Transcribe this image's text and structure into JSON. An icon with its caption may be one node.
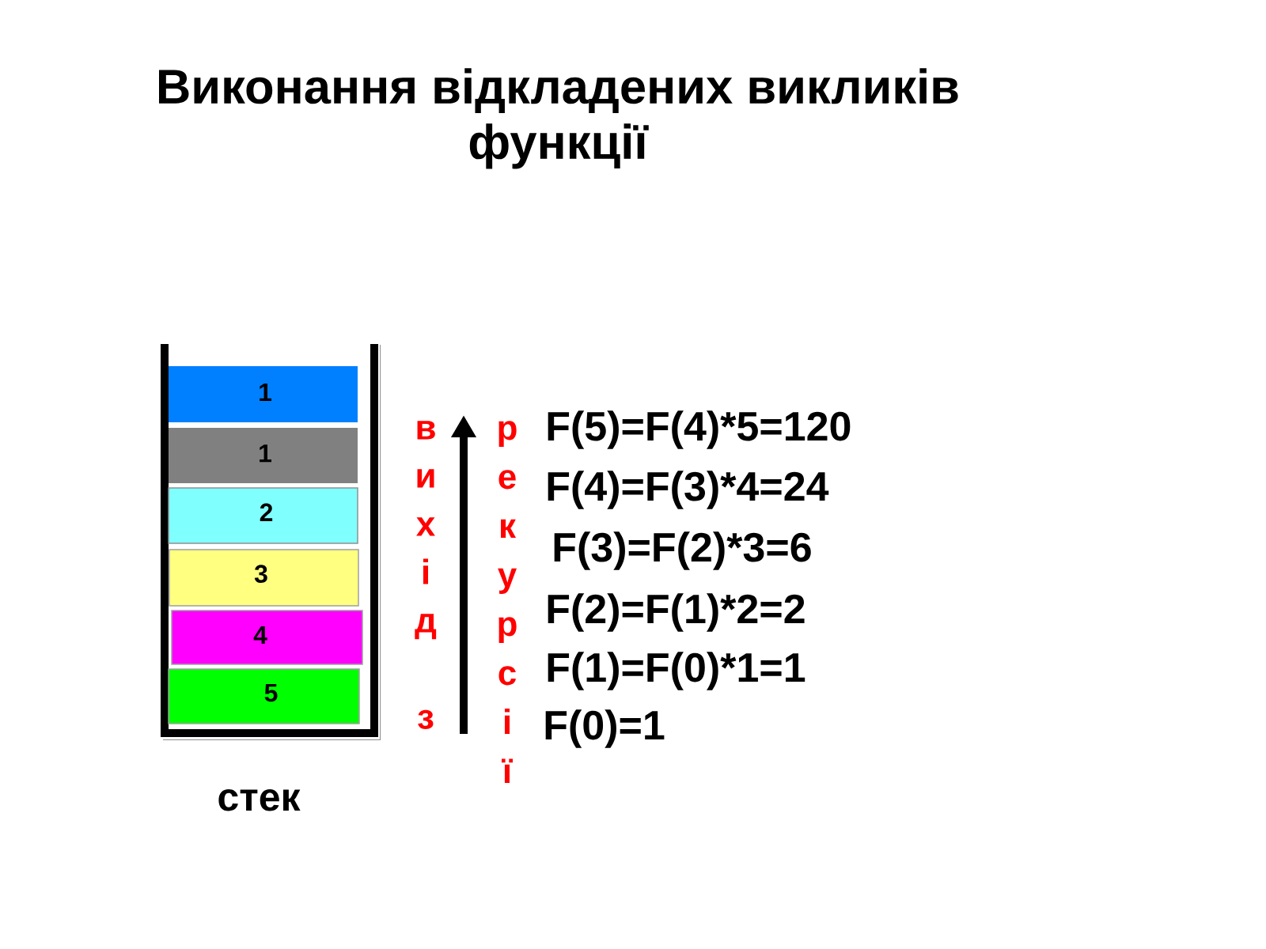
{
  "diagram": {
    "title": "Виконання відкладених викликів функції",
    "nodes": [
      {
        "text": [
          "стек"
        ]
      },
      {
        "text": [
          "1"
        ],
        "in": 0
      },
      {
        "text": [
          "1"
        ],
        "in": 0
      },
      {
        "text": [
          "2"
        ],
        "in": 0
      },
      {
        "text": [
          "3"
        ],
        "in": 0
      },
      {
        "text": [
          "4"
        ],
        "in": 0
      },
      {
        "text": [
          "5"
        ],
        "in": 0
      }
    ],
    "labels": [
      "вихід з",
      "рекурсії",
      "F(5)=F(4)*5=120",
      "F(4)=F(3)*4=24",
      "F(3)=F(2)*3=6",
      "F(2)=F(1)*2=2",
      "F(1)=F(0)*1=1",
      "F(0)=1"
    ]
  }
}
